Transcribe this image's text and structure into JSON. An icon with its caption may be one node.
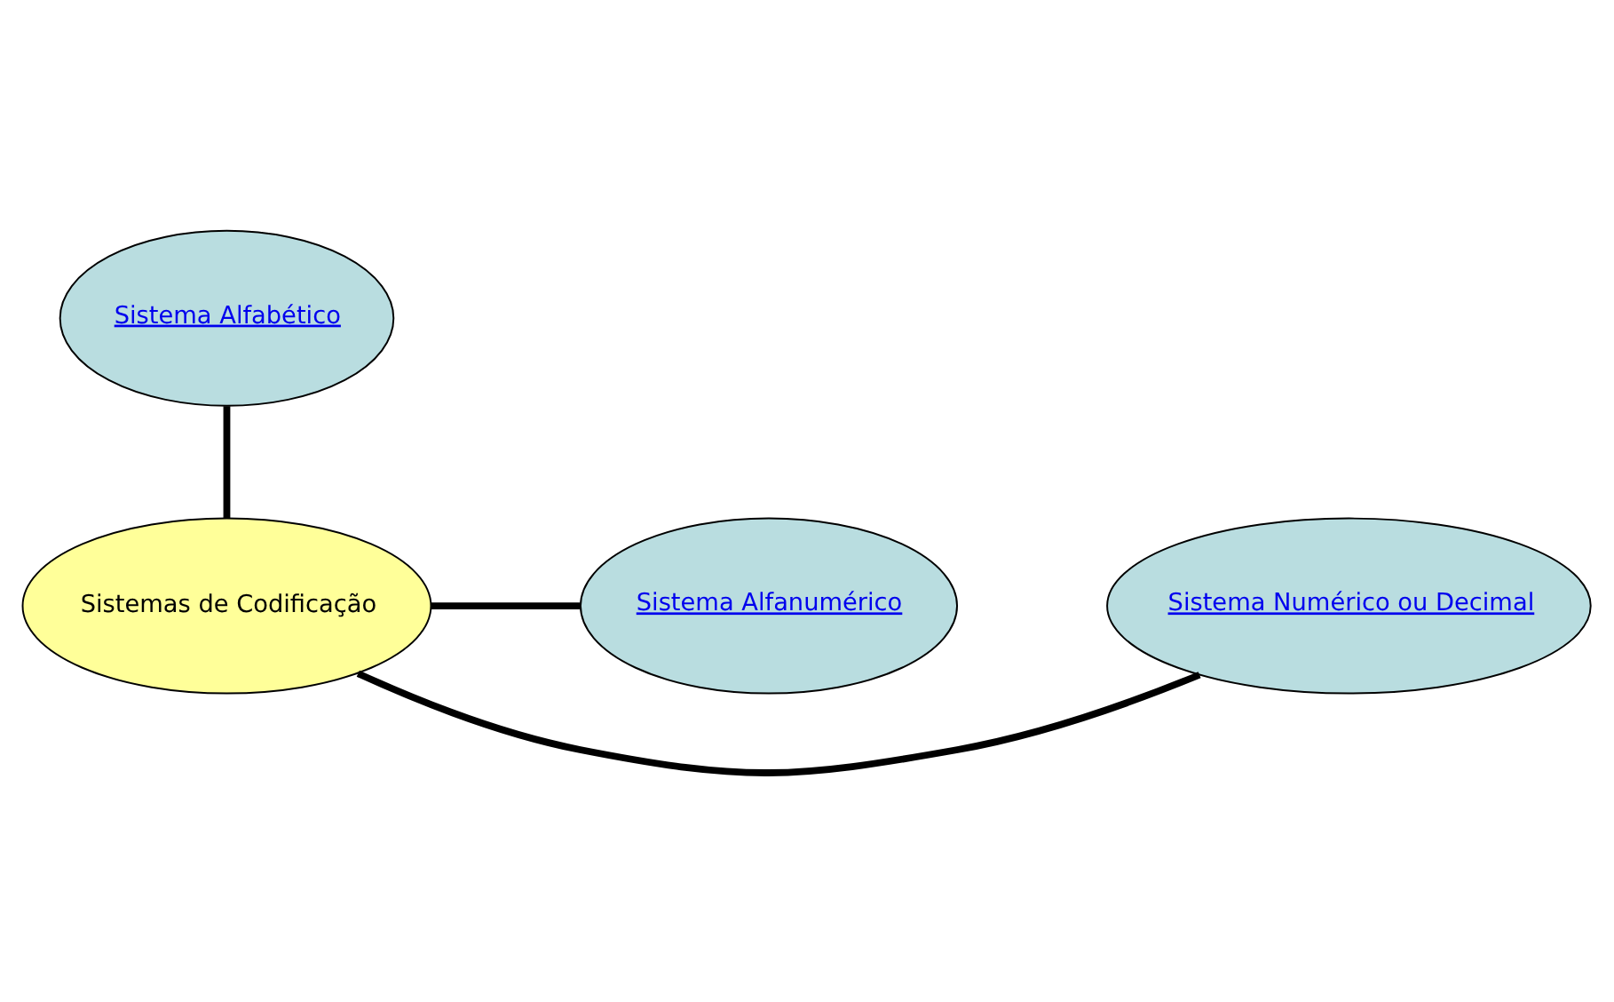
{
  "diagram": {
    "nodes": [
      {
        "text": [
          "Sistemas de Codificação"
        ]
      },
      {
        "text": [
          "Sistema Alfabético"
        ]
      },
      {
        "text": [
          "Sistema Alfanumérico"
        ]
      },
      {
        "text": [
          "Sistema Numérico ou Decimal"
        ]
      }
    ],
    "edges": [
      {
        "from": 0,
        "to": 1,
        "arrow": "none"
      },
      {
        "from": 0,
        "to": 2,
        "arrow": "none"
      },
      {
        "from": 0,
        "to": 3,
        "arrow": "none"
      }
    ]
  }
}
